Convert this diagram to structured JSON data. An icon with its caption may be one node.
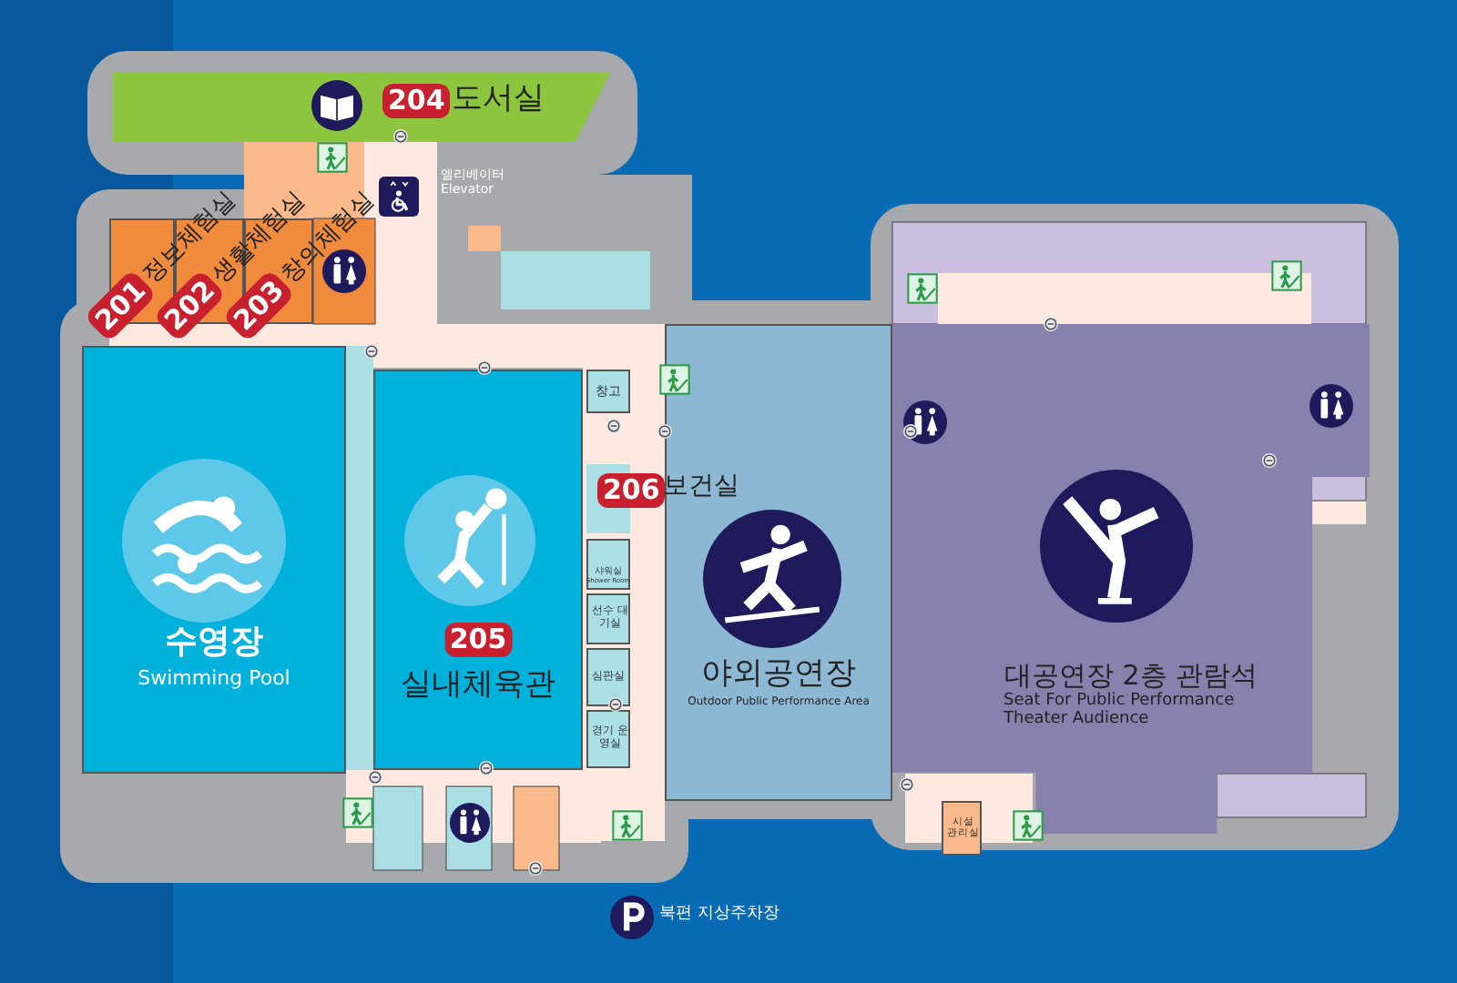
{
  "diagram": {
    "nodes": [
      {
        "text": [
          "204",
          "도서실"
        ]
      },
      {
        "text": [
          "201",
          "정보체험실"
        ]
      },
      {
        "text": [
          "202",
          "생활체험실"
        ]
      },
      {
        "text": [
          "203",
          "창의체험실"
        ]
      },
      {
        "text": [
          "수영장",
          "Swimming Pool"
        ]
      },
      {
        "text": [
          "205",
          "실내체육관"
        ]
      },
      {
        "text": [
          "창고"
        ]
      },
      {
        "text": [
          "206",
          "보건실"
        ]
      },
      {
        "text": [
          "샤워실",
          "Shower Room"
        ]
      },
      {
        "text": [
          "선수 대기실"
        ]
      },
      {
        "text": [
          "심판실"
        ]
      },
      {
        "text": [
          "경기 운영실"
        ]
      },
      {
        "text": [
          "야외공연장",
          "Outdoor Public Performance Area"
        ]
      },
      {
        "text": [
          "대공연장 2층 관람석",
          "Seat For Public Performance Theater Audience"
        ]
      },
      {
        "text": [
          "시설 관리실"
        ]
      }
    ],
    "labels": [
      "엘리베이터",
      "Elevator",
      "북편 지상주차장"
    ]
  }
}
